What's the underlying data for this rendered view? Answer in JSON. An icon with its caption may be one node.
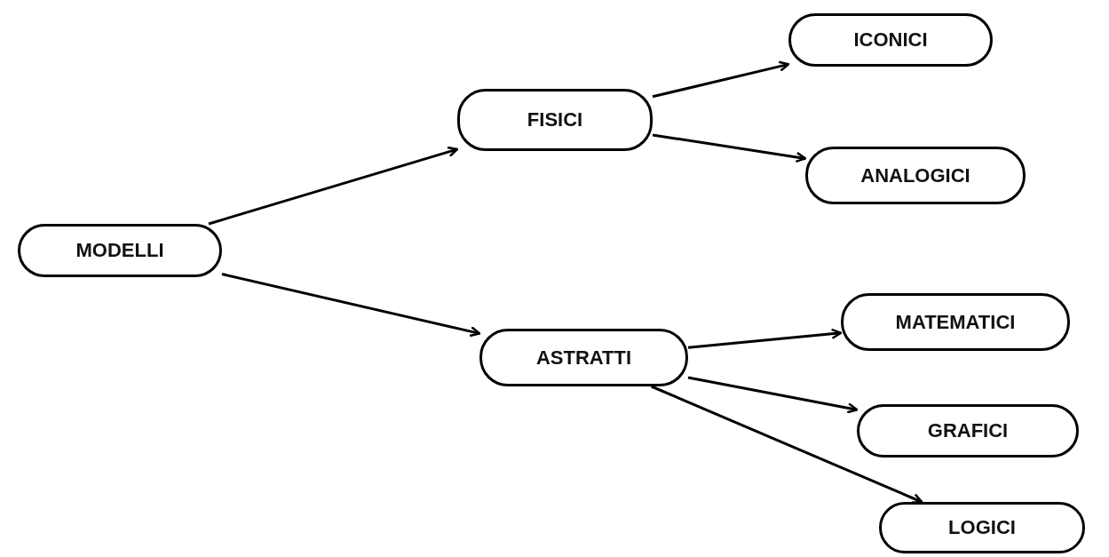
{
  "diagram": {
    "nodes": [
      {
        "text": [
          "MODELLI"
        ]
      },
      {
        "text": [
          "FISICI"
        ]
      },
      {
        "text": [
          "ASTRATTI"
        ]
      },
      {
        "text": [
          "ICONICI"
        ]
      },
      {
        "text": [
          "ANALOGICI"
        ]
      },
      {
        "text": [
          "MATEMATICI"
        ]
      },
      {
        "text": [
          "GRAFICI"
        ]
      },
      {
        "text": [
          "LOGICI"
        ]
      }
    ],
    "edges": [
      {
        "from": 0,
        "to": 1,
        "arrow": "to"
      },
      {
        "from": 0,
        "to": 2,
        "arrow": "to"
      },
      {
        "from": 1,
        "to": 3,
        "arrow": "to"
      },
      {
        "from": 1,
        "to": 4,
        "arrow": "to"
      },
      {
        "from": 2,
        "to": 5,
        "arrow": "to"
      },
      {
        "from": 2,
        "to": 6,
        "arrow": "to"
      },
      {
        "from": 2,
        "to": 7,
        "arrow": "to"
      }
    ]
  }
}
